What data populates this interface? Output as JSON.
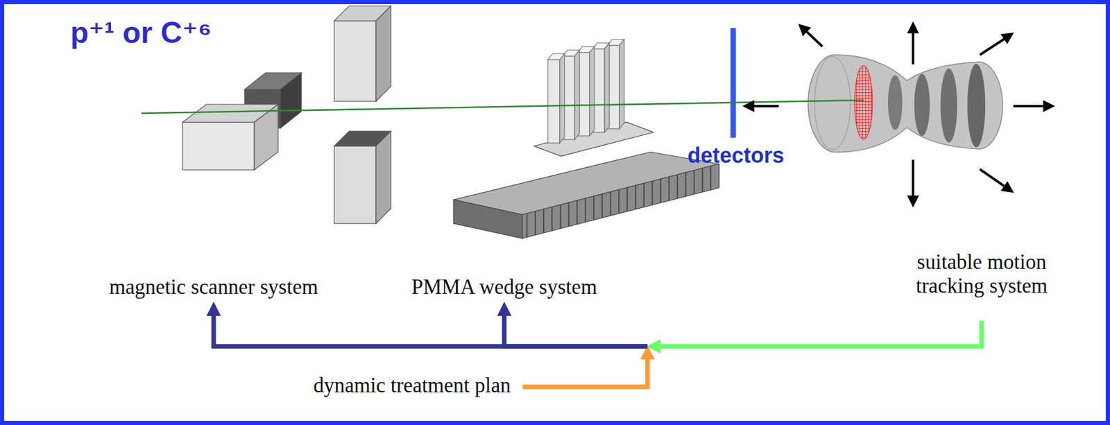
{
  "diagram": {
    "nodes": [
      {
        "text": [
          "magnetic scanner system"
        ]
      },
      {
        "text": [
          "PMMA wedge system"
        ]
      },
      {
        "text": [
          "suitable motion tracking system"
        ]
      },
      {
        "text": [
          "dynamic treatment plan"
        ]
      }
    ],
    "edges": [
      {
        "from": 2,
        "to": 0,
        "arrow": "to"
      },
      {
        "from": 2,
        "to": 1,
        "arrow": "to"
      },
      {
        "from": 3,
        "to": 0,
        "arrow": "to"
      },
      {
        "from": 3,
        "to": 1,
        "arrow": "to"
      }
    ],
    "labels": [
      "p⁺¹ or C⁺⁶",
      "detectors"
    ]
  }
}
